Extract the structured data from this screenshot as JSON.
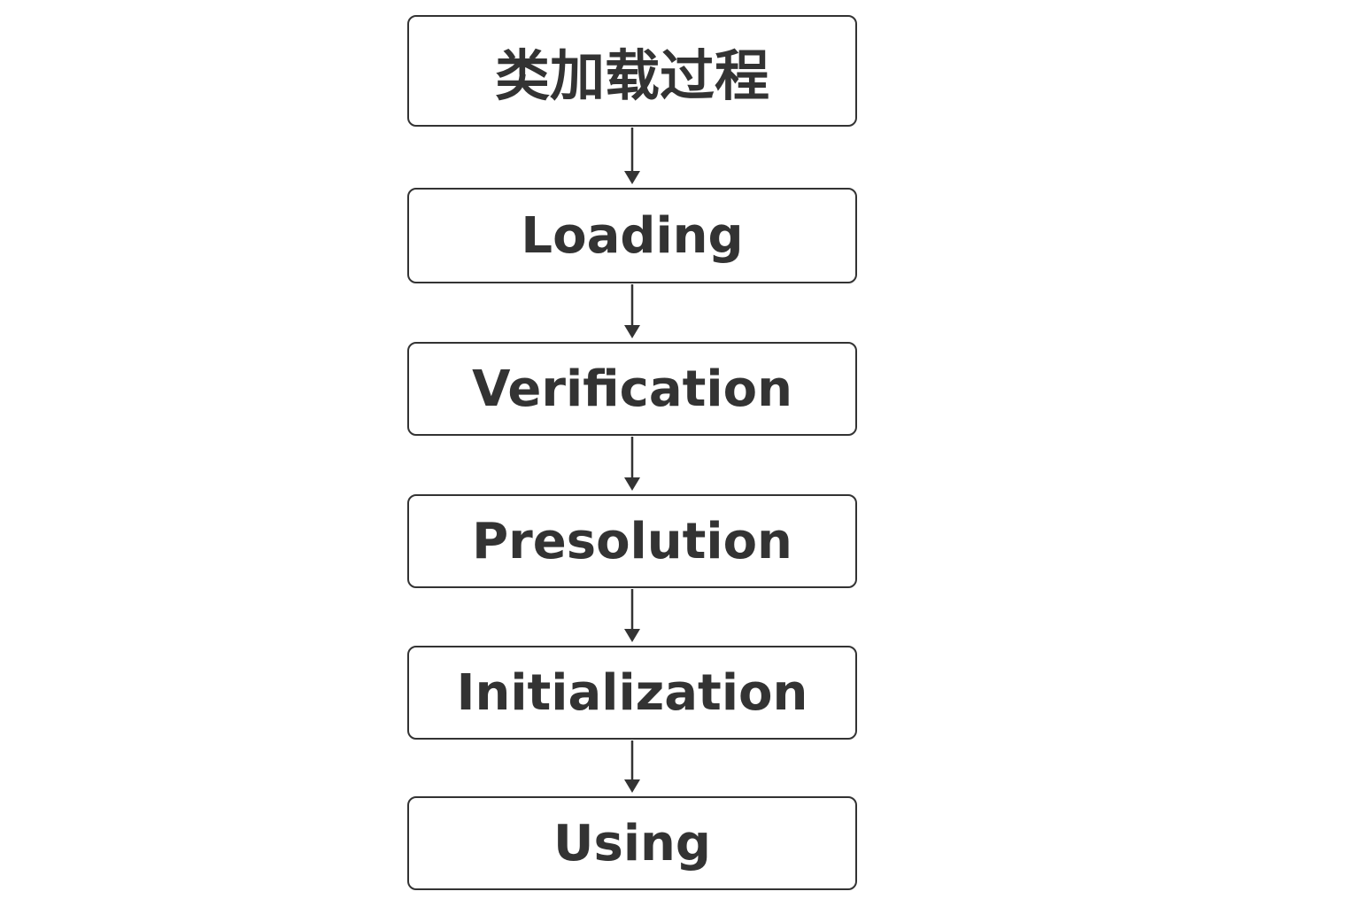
{
  "diagram": {
    "steps": [
      {
        "label": "类加载过程"
      },
      {
        "label": "Loading"
      },
      {
        "label": "Verification"
      },
      {
        "label": "Presolution"
      },
      {
        "label": "Initialization"
      },
      {
        "label": "Using"
      }
    ]
  },
  "style": {
    "stroke_color": "#333333",
    "text_color": "#333333",
    "background": "#ffffff"
  }
}
